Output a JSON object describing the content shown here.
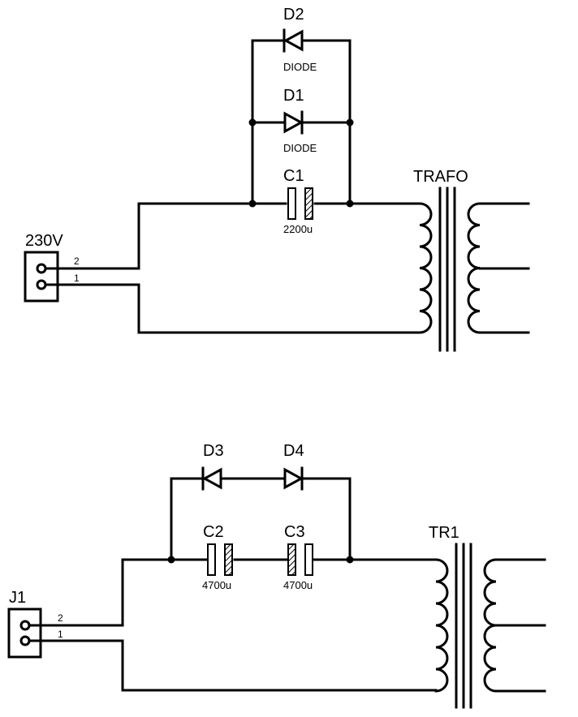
{
  "circuit1": {
    "connector": {
      "ref": "230V",
      "pin2": "2",
      "pin1": "1"
    },
    "d2": {
      "ref": "D2",
      "value": "DIODE"
    },
    "d1": {
      "ref": "D1",
      "value": "DIODE"
    },
    "c1": {
      "ref": "C1",
      "value": "2200u"
    },
    "transformer": {
      "ref": "TRAFO"
    }
  },
  "circuit2": {
    "connector": {
      "ref": "J1",
      "pin2": "2",
      "pin1": "1"
    },
    "d3": {
      "ref": "D3"
    },
    "d4": {
      "ref": "D4"
    },
    "c2": {
      "ref": "C2",
      "value": "4700u"
    },
    "c3": {
      "ref": "C3",
      "value": "4700u"
    },
    "transformer": {
      "ref": "TR1"
    }
  },
  "colors": {
    "ink": "#000000",
    "background": "#ffffff"
  }
}
